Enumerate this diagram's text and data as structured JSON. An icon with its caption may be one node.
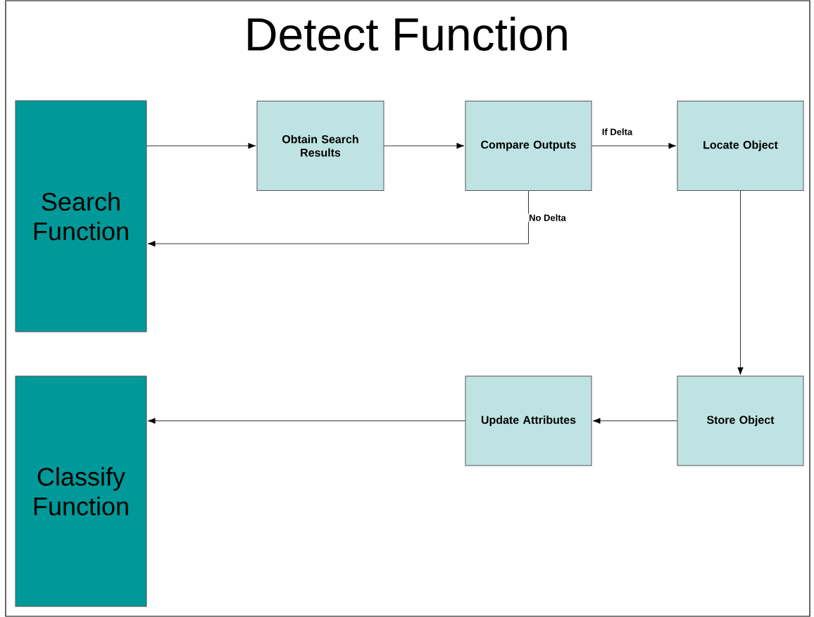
{
  "diagram": {
    "title": "Detect Function",
    "nodes": [
      {
        "text": [
          "Search Function"
        ]
      },
      {
        "text": [
          "Obtain Search Results"
        ]
      },
      {
        "text": [
          "Compare Outputs"
        ]
      },
      {
        "text": [
          "Locate Object"
        ]
      },
      {
        "text": [
          "Classify Function"
        ]
      },
      {
        "text": [
          "Update Attributes"
        ]
      },
      {
        "text": [
          "Store Object"
        ]
      }
    ],
    "edges": [
      {
        "from": 0,
        "to": 1,
        "arrow": "to"
      },
      {
        "from": 1,
        "to": 2,
        "arrow": "to"
      },
      {
        "from": 2,
        "to": 3,
        "arrow": "to",
        "label": "If Delta"
      },
      {
        "from": 2,
        "to": 0,
        "arrow": "to",
        "label": "No Delta"
      },
      {
        "from": 3,
        "to": 6,
        "arrow": "to"
      },
      {
        "from": 6,
        "to": 5,
        "arrow": "to"
      },
      {
        "from": 5,
        "to": 4,
        "arrow": "to"
      }
    ]
  }
}
